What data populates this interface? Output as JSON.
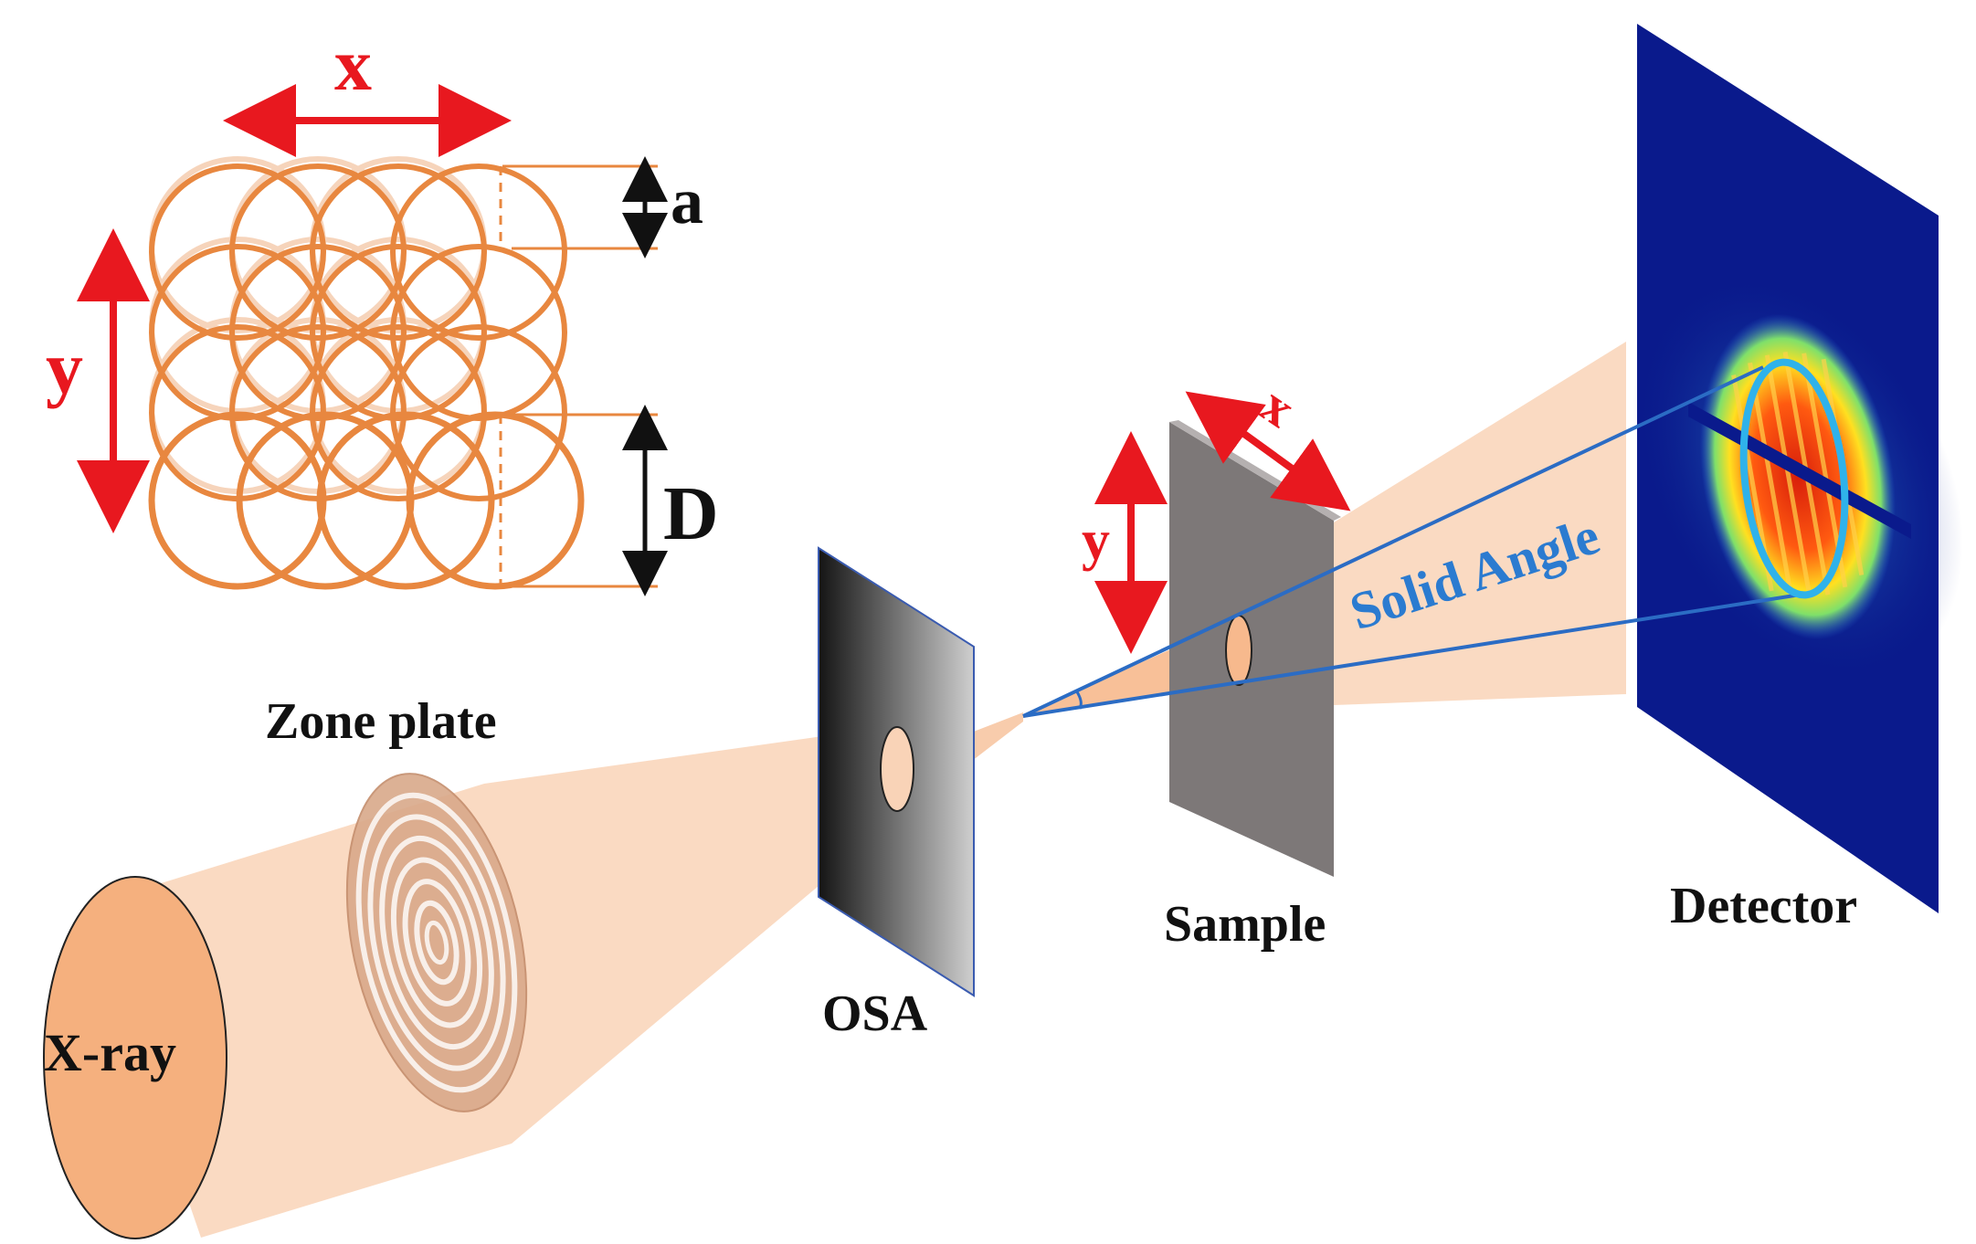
{
  "labels": {
    "zone_plate": "Zone plate",
    "osa": "OSA",
    "sample": "Sample",
    "detector": "Detector",
    "xray": "X-ray",
    "solid_angle": "Solid Angle",
    "grid_x": "x",
    "grid_y": "y",
    "spacing_a": "a",
    "diameter_D": "D",
    "sample_x": "x",
    "sample_y": "y"
  },
  "colors": {
    "beam": "#f7c6a3",
    "beam_dark": "#f2a779",
    "circle_stroke": "#e8873f",
    "arrow_red": "#e8181f",
    "solid_angle_blue": "#2b7bd0",
    "detector_bg": "#0a1a8c",
    "sample_plate": "#7d7878",
    "osa_dark": "#141414",
    "osa_light": "#c9c9c9"
  },
  "icons": {
    "zone_plate_rings": "zone-plate-icon",
    "diffraction_pattern": "diffraction-pattern-icon"
  }
}
